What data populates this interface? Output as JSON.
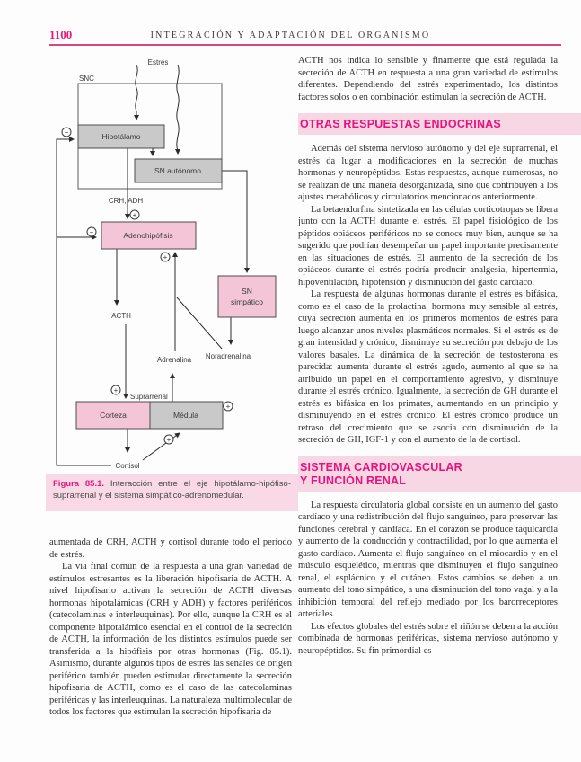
{
  "page": {
    "number": "1100",
    "running_title": "INTEGRACIÓN Y ADAPTACIÓN DEL ORGANISMO"
  },
  "colors": {
    "accent_magenta": "#e2187d",
    "heading_band_pink": "#f8d7e4",
    "caption_box_pink": "#f9d9e6",
    "diagram_box_pink": "#f3c5d6",
    "diagram_box_gray": "#c9c9c9"
  },
  "figure": {
    "labels": {
      "estres": "Estrés",
      "snc": "SNC",
      "hipotalamo": "Hipotálamo",
      "sn_autonomo": "SN autónomo",
      "crh_adh": "CRH, ADH",
      "adenohipofisis": "Adenohipófisis",
      "acth": "ACTH",
      "sn_simpatico_line1": "SN",
      "sn_simpatico_line2": "simpático",
      "adrenalina": "Adrenalina",
      "noradrenalina": "Noradrenalina",
      "suprarrenal": "Suprarrenal",
      "corteza": "Corteza",
      "medula": "Médula",
      "cortisol": "Cortisol"
    },
    "signs": {
      "plus": "+",
      "minus": "−"
    },
    "caption_label": "Figura 85.1.",
    "caption_text": " Interacción entre el eje hipotálamo-hipófiso-suprarrenal y el sistema simpático-adrenomedular."
  },
  "left_column": {
    "p1": "aumentada de CRH, ACTH y cortisol durante todo el período de estrés.",
    "p2": "La vía final común de la respuesta a una gran variedad de estímulos estresantes es la liberación hipofisaria de ACTH. A nivel hipofisario activan la secreción de ACTH diversas hormonas hipotalámicas (CRH y ADH) y factores periféricos (catecolaminas e interleuquinas). Por ello, aunque la CRH es el componente hipotalámico esencial en el control de la secreción de ACTH, la información de los distintos estímulos puede ser transferida a la hipófisis por otras hormonas (Fig. 85.1). Asimismo, durante algunos tipos de estrés las señales de origen periférico también pueden estimular directamente la secreción hipofisaria de ACTH, como es el caso de las catecolaminas periféricas y las interleuquinas. La naturaleza multimolecular de todos los factores que estimulan la secreción hipofisaria de"
  },
  "right_column": {
    "p1": "ACTH nos indica lo sensible y finamente que está regulada la secreción de ACTH en respuesta a una gran variedad de estímulos diferentes. Dependiendo del estrés experimentado, los distintos factores solos o en combinación estimulan la secreción de ACTH.",
    "heading1": "OTRAS RESPUESTAS ENDOCRINAS",
    "p2": "Además del sistema nervioso autónomo y del eje suprarrenal, el estrés da lugar a modificaciones en la secreción de muchas hormonas y neuropéptidos. Estas respuestas, aunque numerosas, no se realizan de una manera desorganizada, sino que contribuyen a los ajustes metabólicos y circulatorios mencionados anteriormente.",
    "p3": "La betaendorfina sintetizada en las células corticotropas se libera junto con la ACTH durante el estrés. El papel fisiológico de los péptidos opiáceos periféricos no se conoce muy bien, aunque se ha sugerido que podrían desempeñar un papel importante precisamente en las situaciones de estrés. El aumento de la secreción de los opiáceos durante el estrés podría producir analgesia, hipertermia, hipoventilación, hipotensión y disminución del gasto cardíaco.",
    "p4": "La respuesta de algunas hormonas durante el estrés es bifásica, como es el caso de la prolactina, hormona muy sensible al estrés, cuya secreción aumenta en los primeros momentos de estrés para luego alcanzar unos niveles plasmáticos normales. Si el estrés es de gran intensidad y crónico, disminuye su secreción por debajo de los valores basales. La dinámica de la secreción de testosterona es parecida: aumenta durante el estrés agudo, aumento al que se ha atribuido un papel en el comportamiento agresivo, y disminuye durante el estrés crónico. Igualmente, la secreción de GH durante el estrés es bifásica en los primates, aumentando en un principio y disminuyendo en el estrés crónico. El estrés crónico produce un retraso del crecimiento que se asocia con disminución de la secreción de GH, IGF-1 y con el aumento de la de cortisol.",
    "heading2_line1": "SISTEMA CARDIOVASCULAR",
    "heading2_line2": "Y FUNCIÓN RENAL",
    "p5": "La respuesta circulatoria global consiste en un aumento del gasto cardíaco y una redistribución del flujo sanguíneo, para preservar las funciones cerebral y cardíaca. En el corazón se produce taquicardia y aumento de la conducción y contractilidad, por lo que aumenta el gasto cardíaco. Aumenta el flujo sanguíneo en el miocardio y en el músculo esquelético, mientras que disminuyen el flujo sanguíneo renal, el esplácnico y el cutáneo. Estos cambios se deben a un aumento del tono simpático, a una disminución del tono vagal y a la inhibición temporal del reflejo mediado por los barorreceptores arteriales.",
    "p6": "Los efectos globales del estrés sobre el riñón se deben a la acción combinada de hormonas periféricas, sistema nervioso autónomo y neuropéptidos. Su fin primordial es"
  }
}
